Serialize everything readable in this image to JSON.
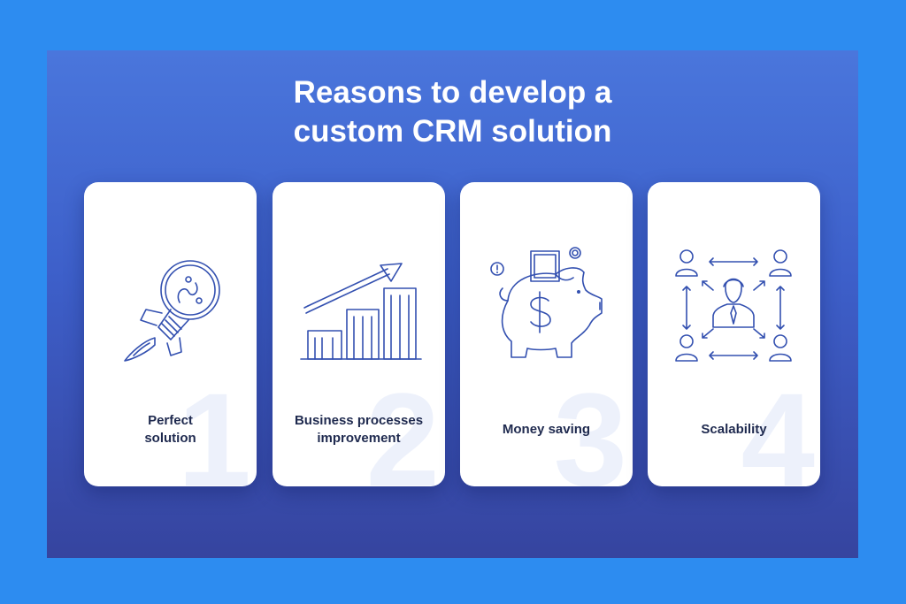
{
  "title": {
    "line1": "Reasons to develop a",
    "line2": "custom CRM solution"
  },
  "cards": [
    {
      "number": "1",
      "label": "Perfect\nsolution",
      "icon": "lightbulb-rocket-icon"
    },
    {
      "number": "2",
      "label": "Business processes\nimprovement",
      "icon": "growth-chart-icon"
    },
    {
      "number": "3",
      "label": "Money saving",
      "icon": "piggy-bank-icon"
    },
    {
      "number": "4",
      "label": "Scalability",
      "icon": "user-network-icon"
    }
  ],
  "colors": {
    "outer_background": "#2d8cf0",
    "panel_top": "#4a76dc",
    "panel_bottom": "#36449f",
    "card_background": "#ffffff",
    "icon_stroke": "#3350b0",
    "label_text": "#1f2a4f",
    "number_watermark": "#edf1fb"
  }
}
